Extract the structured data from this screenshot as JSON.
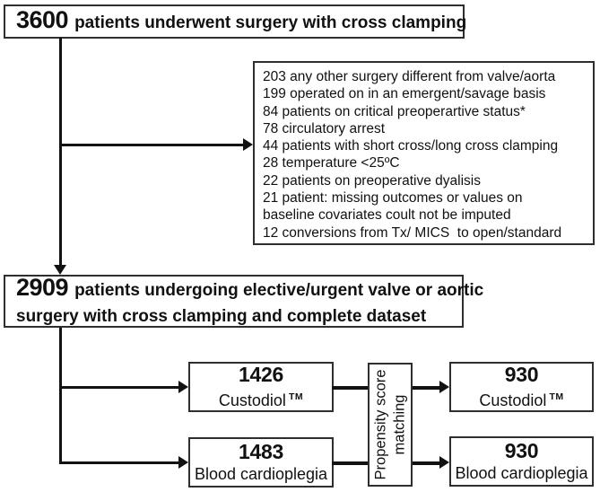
{
  "colors": {
    "background": "#ffffff",
    "border": "#2e2e2e",
    "line": "#121212",
    "text": "#111111"
  },
  "flowchart": {
    "total_box": {
      "number": "3600",
      "text": "patients underwent surgery with cross clamping"
    },
    "exclusions_box": {
      "lines": [
        "203 any other surgery different from valve/aorta",
        "199 operated on in an emergent/savage basis",
        "84 patients on critical preoperartive status*",
        "78 circulatory arrest",
        "44 patients with short cross/long cross clamping",
        "28 temperature <25ºC",
        "22 patients on preoperative dyalisis",
        "21 patient: missing outcomes or values on",
        "baseline covariates coult not be imputed",
        "12 conversions from Tx/ MICS  to open/standard"
      ]
    },
    "eligible_box": {
      "number": "2909",
      "line1": "patients undergoing elective/urgent valve or aortic",
      "line2": "surgery with cross clamping and complete dataset"
    },
    "pre_match": {
      "custodiol": {
        "number": "1426",
        "label": "Custodiol",
        "tm": "TM"
      },
      "blood": {
        "number": "1483",
        "label": "Blood cardioplegia"
      }
    },
    "matching_box": {
      "line1": "Propensity score",
      "line2": "matching"
    },
    "post_match": {
      "custodiol": {
        "number": "930",
        "label": "Custodiol",
        "tm": "TM"
      },
      "blood": {
        "number": "930",
        "label": "Blood cardioplegia"
      }
    }
  }
}
